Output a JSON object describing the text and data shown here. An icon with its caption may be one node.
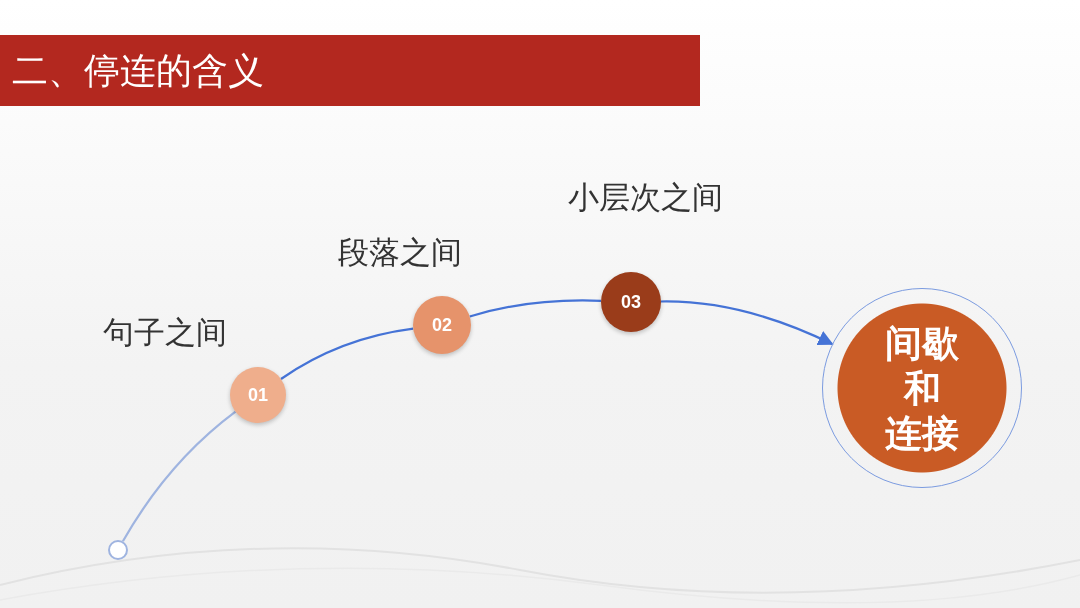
{
  "diagram": {
    "title": "二、停连的含义",
    "nodes": [
      {
        "text": [],
        "shape": "circle"
      },
      {
        "text": [
          "01"
        ],
        "beside": [
          "句子之间"
        ]
      },
      {
        "text": [
          "02"
        ],
        "beside": [
          "段落之间"
        ]
      },
      {
        "text": [
          "03"
        ],
        "beside": [
          "小层次之间"
        ]
      },
      {
        "text": [
          "间歇和连接"
        ]
      }
    ],
    "edges": [
      {
        "from": 0,
        "to": 1,
        "arrow": "none",
        "color": "#9fb4e0"
      },
      {
        "from": 1,
        "to": 2,
        "arrow": "none"
      },
      {
        "from": 2,
        "to": 3,
        "arrow": "none"
      },
      {
        "from": 3,
        "to": 4,
        "arrow": "to"
      }
    ]
  }
}
